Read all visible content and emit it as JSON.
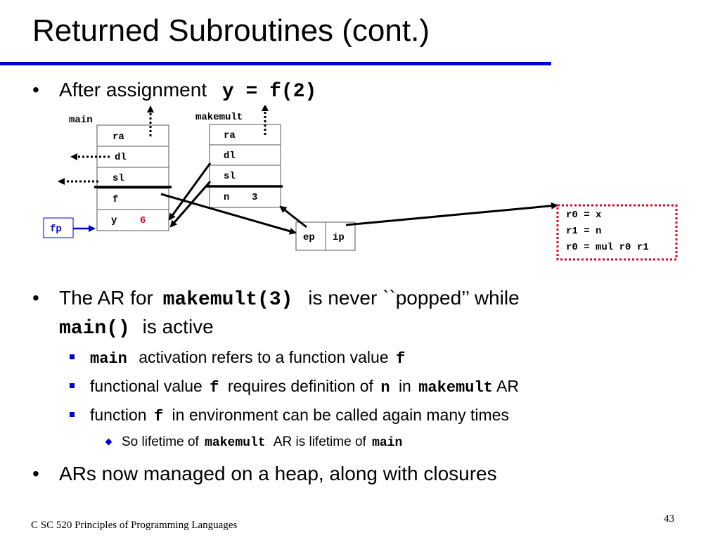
{
  "title": "Returned Subroutines (cont.)",
  "bullet1": {
    "text": "After assignment",
    "code": "y = f(2)"
  },
  "diagram": {
    "main_label": "main",
    "makemult_label": "makemult",
    "main_cells": [
      "ra",
      "dl",
      "sl",
      "f",
      "y"
    ],
    "main_y_value": "6",
    "makemult_cells": [
      "ra",
      "dl",
      "sl",
      "n"
    ],
    "makemult_n_value": "3",
    "fp_label": "fp",
    "closure_cells": [
      "ep",
      "ip"
    ],
    "code_lines": [
      "r0 = x",
      "r1 = n",
      "r0 = mul r0 r1"
    ],
    "colors": {
      "value_red": "#e8001c",
      "fp_blue": "#0000cc",
      "code_border": "#e8001c"
    }
  },
  "bullet2": {
    "part1": "The AR for",
    "code1": "makemult(3)",
    "part2": "is never ``popped’’ while",
    "code2": "main()",
    "part3": "is active"
  },
  "sub1": {
    "code": "main",
    "text": "activation refers to a function value",
    "code2": "f"
  },
  "sub2": {
    "t1": "functional value",
    "c1": "f",
    "t2": "requires definition of",
    "c2": "n",
    "t3": "in",
    "c3": "makemult",
    "t4": "AR"
  },
  "sub3": {
    "t1": "function",
    "c1": "f",
    "t2": "in environment  can be called again many times"
  },
  "subsub1": {
    "t1": "So lifetime of",
    "c1": "makemult",
    "t2": "AR is lifetime of",
    "c2": "main"
  },
  "bullet3": {
    "text": "ARs now managed on a heap, along with closures"
  },
  "footer": "C SC 520 Principles of Programming Languages",
  "page_number": "43"
}
